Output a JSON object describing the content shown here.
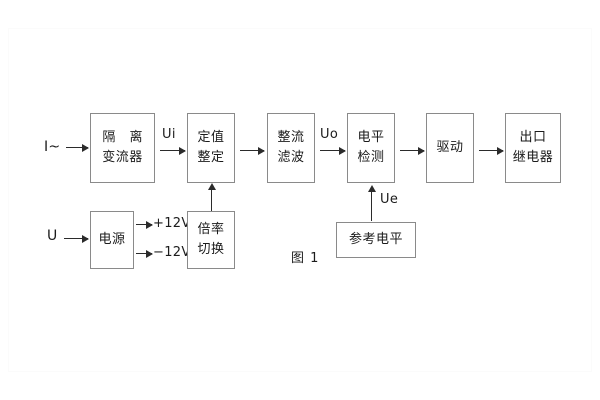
{
  "diagram": {
    "caption": "图 1",
    "input_current_label": "I~",
    "input_voltage_label": "U",
    "blocks": [
      {
        "id": "isolation-ct",
        "lines": [
          "隔 离",
          "变流器"
        ]
      },
      {
        "id": "setting",
        "lines": [
          "定值",
          "整定"
        ]
      },
      {
        "id": "rectify-filter",
        "lines": [
          "整流",
          "滤波"
        ]
      },
      {
        "id": "level-detect",
        "lines": [
          "电平",
          "检测"
        ]
      },
      {
        "id": "driver",
        "lines": [
          "驱动"
        ]
      },
      {
        "id": "output-relay",
        "lines": [
          "出口",
          "继电器"
        ]
      },
      {
        "id": "power-supply",
        "lines": [
          "电源"
        ]
      },
      {
        "id": "ratio-switch",
        "lines": [
          "倍率",
          "切换"
        ]
      },
      {
        "id": "reference-level",
        "lines": [
          "参考电平"
        ]
      }
    ],
    "signal_labels": {
      "ui": "Ui",
      "uo": "Uo",
      "ue": "Ue",
      "rail_positive": "+12V",
      "rail_negative": "−12V"
    }
  },
  "colors": {
    "background": "#ffffff",
    "block_border": "#8a8a8a",
    "line": "#2b2b2b",
    "text": "#1b1b1b"
  }
}
